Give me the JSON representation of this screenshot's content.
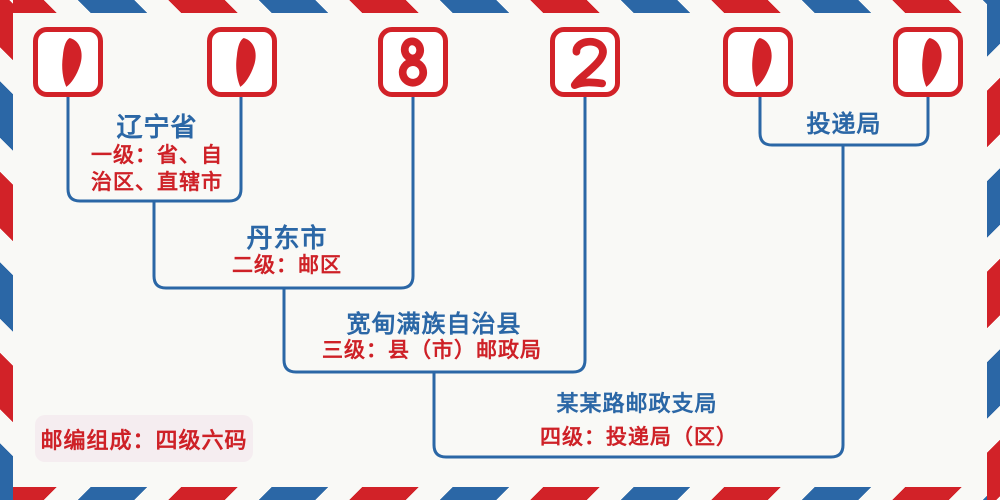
{
  "postal_code": {
    "value": "118211",
    "digits": [
      "1",
      "1",
      "8",
      "2",
      "1",
      "1"
    ]
  },
  "levels": [
    {
      "name": "辽宁省",
      "desc": "一级：省、自\n治区、直辖市"
    },
    {
      "name": "丹东市",
      "desc": "二级：邮区"
    },
    {
      "name": "宽甸满族自治县",
      "desc": "三级：县（市）邮政局"
    },
    {
      "name": "某某路邮政支局",
      "desc": "四级：投递局（区）"
    }
  ],
  "delivery_office_label": "投递局",
  "footer_badge": "邮编组成：四级六码",
  "colors": {
    "red": "#D22228",
    "blue": "#2B67A6",
    "background": "#F9F9F6",
    "badge_background": "#F5EDF0"
  }
}
